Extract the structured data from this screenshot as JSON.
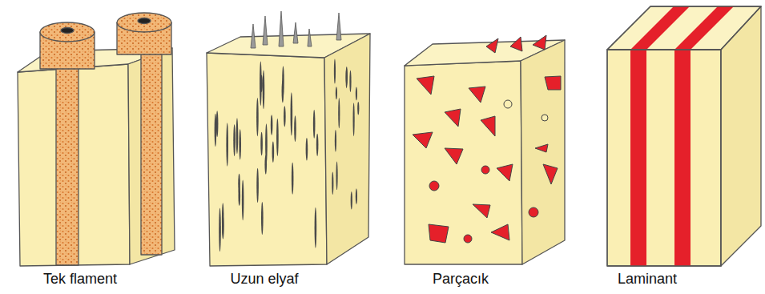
{
  "diagram": {
    "labels": [
      "Tek flament",
      "Uzun elyaf",
      "Parçacık",
      "Laminant"
    ]
  }
}
